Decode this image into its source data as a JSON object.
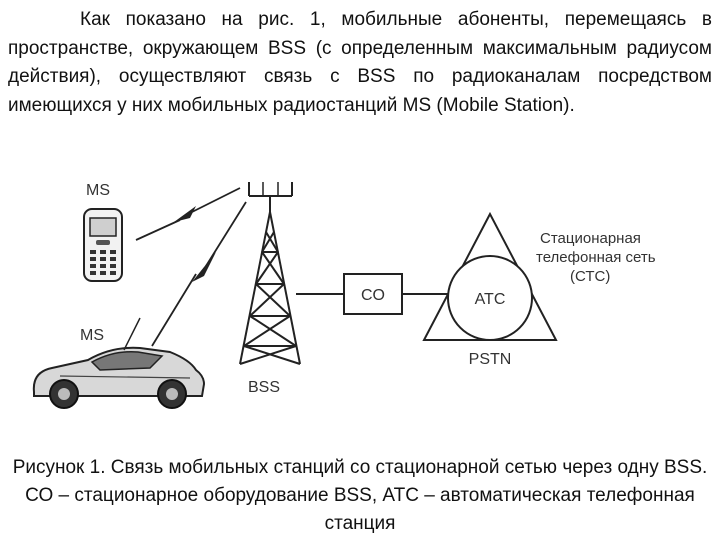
{
  "paragraph": "Как показано на рис. 1, мобильные абоненты, перемещаясь в пространстве, окружающем BSS (с определенным максимальным радиусом действия), осуществляют связь с BSS по радиоканалам посредством имеющихся у них мобильных радиостанций MS (Mobile Station).",
  "diagram": {
    "ms_phone_label": "MS",
    "ms_car_label": "MS",
    "bss_label": "BSS",
    "co_label": "CO",
    "atc_label": "АТС",
    "pstn_label": "PSTN",
    "network_label_line1": "Стационарная",
    "network_label_line2": "телефонная сеть",
    "network_label_line3": "(СТС)"
  },
  "caption": "Рисунок 1. Связь мобильных станций со стационарной сетью через одну BSS. СО – стационарное оборудование BSS, АТС – автоматическая телефонная станция"
}
